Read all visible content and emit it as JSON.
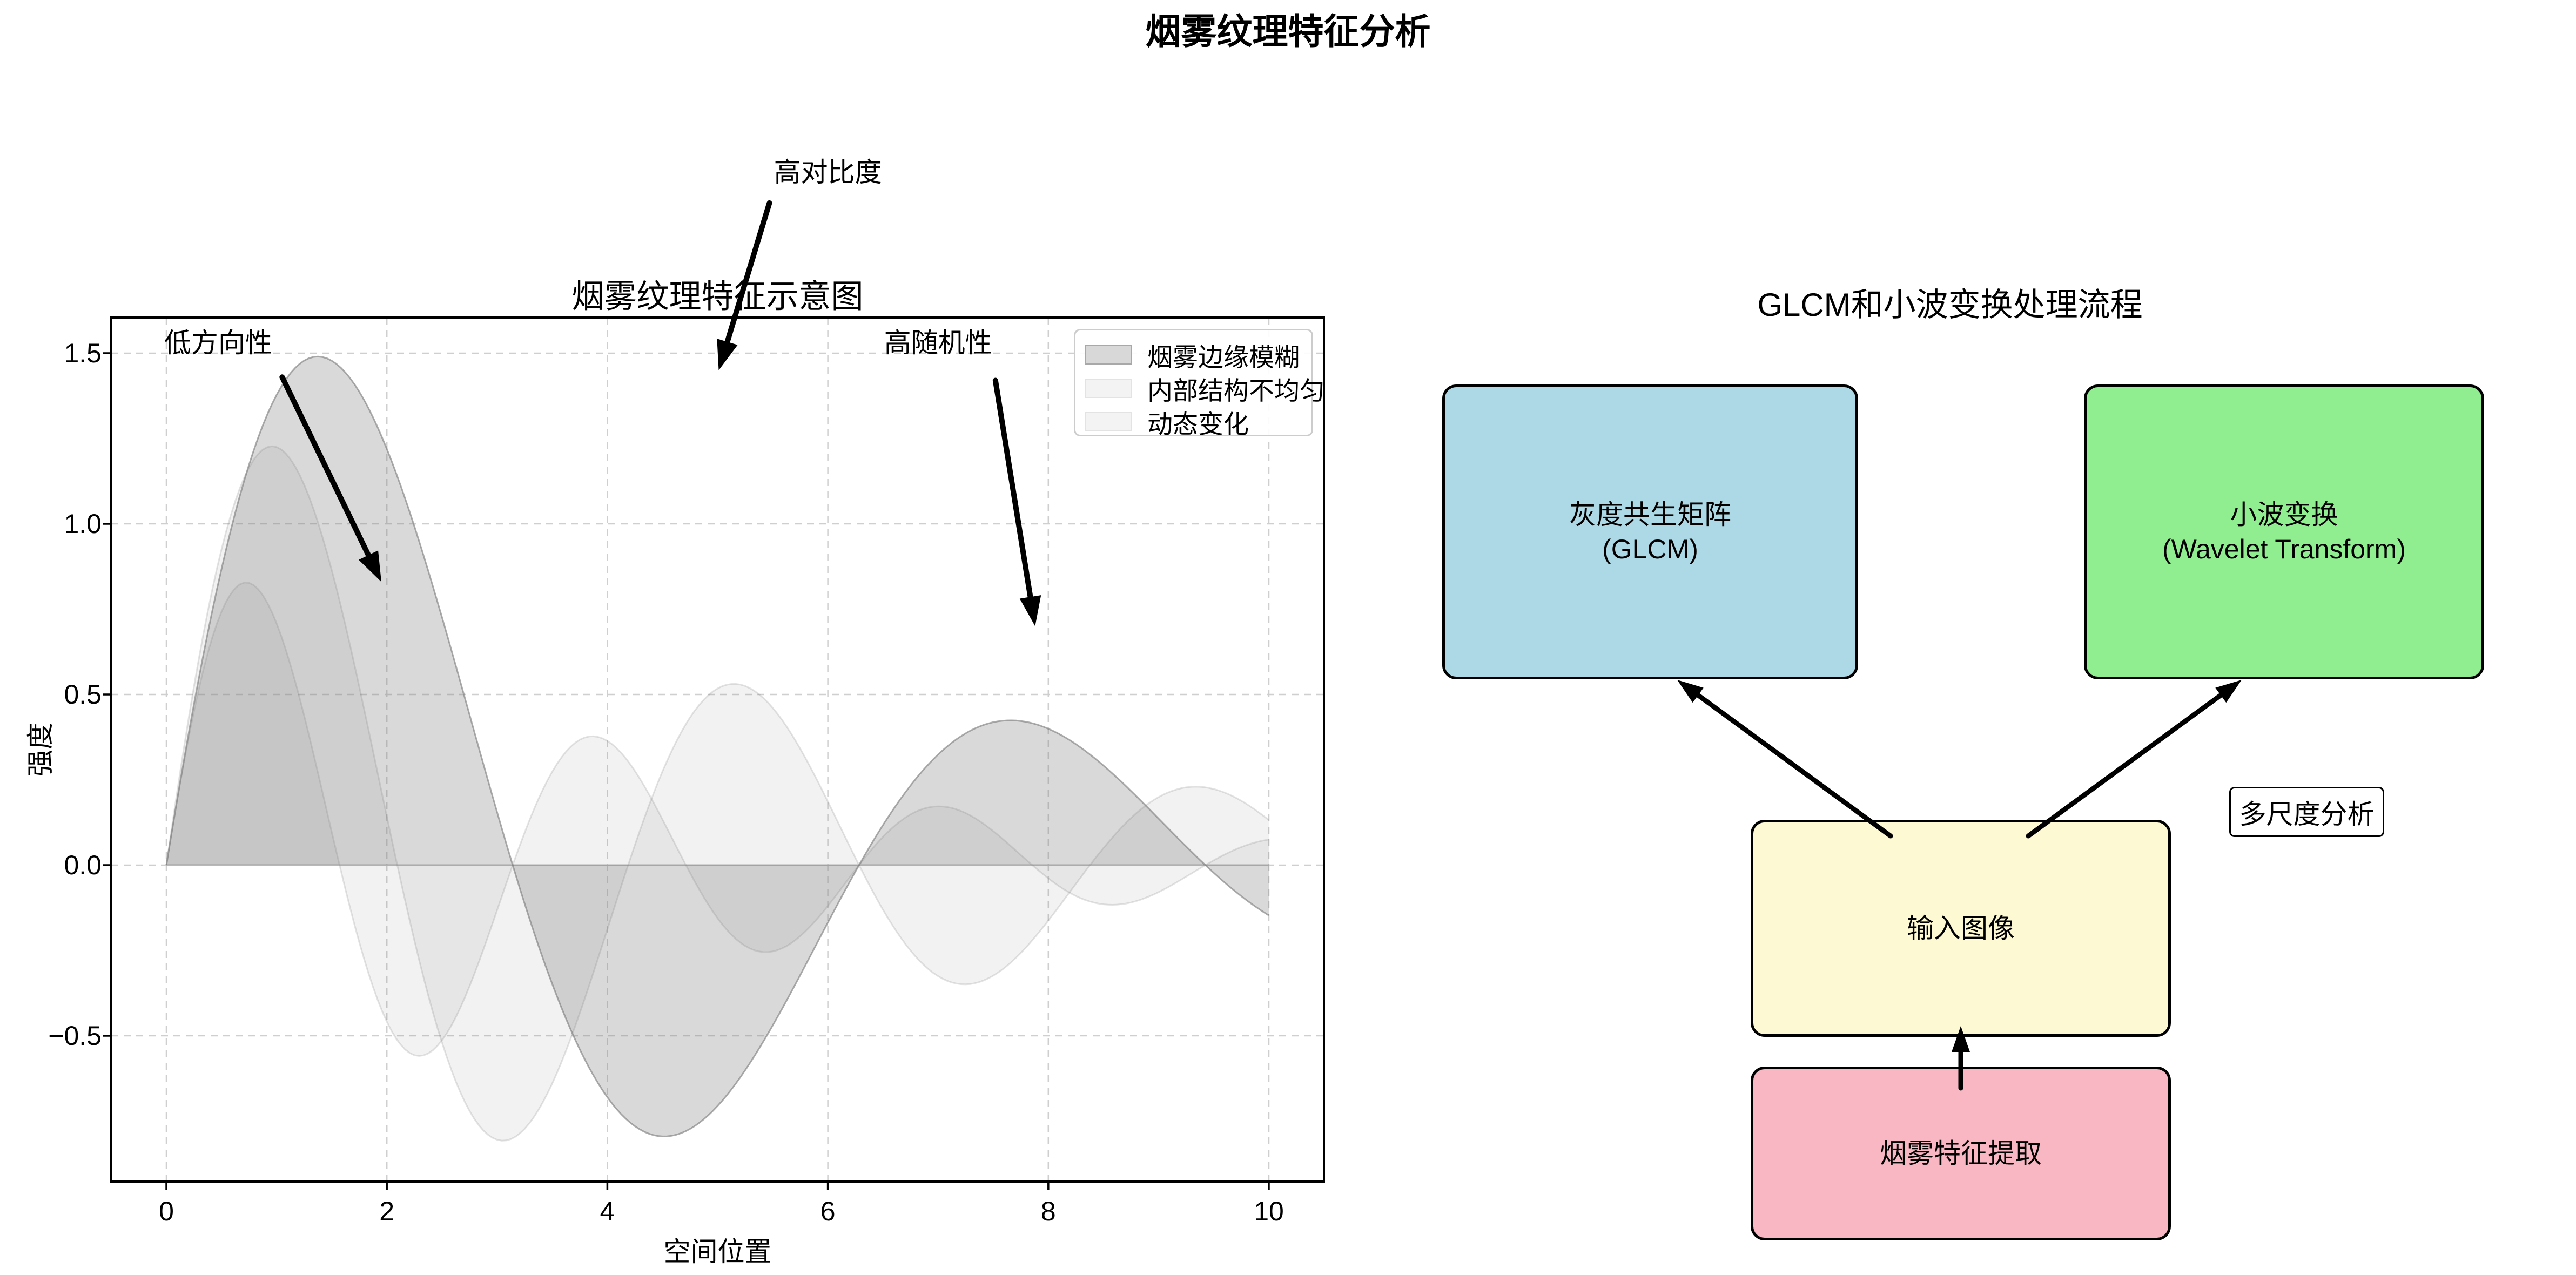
{
  "figure": {
    "title": "烟雾纹理特征分析",
    "background": "#ffffff"
  },
  "chart_data": {
    "type": "area",
    "title": "烟雾纹理特征示意图",
    "xlabel": "空间位置",
    "ylabel": "强度",
    "xlim": [
      -0.5,
      10.5
    ],
    "ylim": [
      -0.93,
      1.6
    ],
    "x_ticks": [
      0,
      2,
      4,
      6,
      8,
      10
    ],
    "x_tick_labels": [
      "0",
      "2",
      "4",
      "6",
      "8",
      "10"
    ],
    "y_ticks": [
      1.5,
      1.0,
      0.5,
      0.0,
      -0.5
    ],
    "y_tick_labels": [
      "1.5",
      "1.0",
      "0.5",
      "0.0",
      "−0.5"
    ],
    "grid": {
      "on": true,
      "style": "dashed",
      "color": "#cfcfcf"
    },
    "baseline_y": 0,
    "baseline_color": "#b8b8b8",
    "legend_position": "upper right",
    "series": [
      {
        "name": "烟雾边缘模糊",
        "formula": "y = 2.0·exp(-x/5)·sin(1.0·x)",
        "amplitude": 2.0,
        "decay_tau": 5.0,
        "omega": 1.0,
        "phase": 0,
        "fill_color": "#808080",
        "fill_alpha": 0.3,
        "edge_alpha": 0.65,
        "swatch_fill": "#d8d8d8",
        "swatch_border": "#a8a8a8",
        "x_samples": [
          0,
          0.5,
          1,
          1.5,
          2,
          2.5,
          3,
          3.5,
          4,
          4.5,
          5,
          5.5,
          6,
          6.5,
          7,
          7.5,
          8,
          8.5,
          9,
          9.5,
          10
        ],
        "y_samples": [
          0,
          0.868,
          1.378,
          1.478,
          1.219,
          0.726,
          0.155,
          -0.348,
          -0.68,
          -0.795,
          -0.706,
          -0.47,
          -0.168,
          0.117,
          0.324,
          0.419,
          0.4,
          0.292,
          0.136,
          -0.023,
          -0.147
        ]
      },
      {
        "name": "内部结构不均匀",
        "formula": "y = 1.5·exp(-x/5)·sin(1.5·x)",
        "amplitude": 1.5,
        "decay_tau": 5.0,
        "omega": 1.5,
        "phase": 0,
        "fill_color": "#808080",
        "fill_alpha": 0.1,
        "edge_alpha": 0.22,
        "swatch_fill": "#f3f3f3",
        "swatch_border": "#e3e3e3",
        "x_samples": [
          0,
          0.5,
          1,
          1.5,
          2,
          2.5,
          3,
          3.5,
          4,
          4.5,
          5,
          5.5,
          6,
          6.5,
          7,
          7.5,
          8,
          8.5,
          9,
          9.5,
          10
        ],
        "y_samples": [
          0,
          0.925,
          1.225,
          0.865,
          0.142,
          -0.52,
          -0.805,
          -0.64,
          -0.188,
          0.275,
          0.518,
          0.451,
          0.186,
          -0.104,
          -0.325,
          -0.326,
          -0.163,
          0.046,
          0.199,
          0.222,
          0.132
        ]
      },
      {
        "name": "动态变化",
        "formula": "y = 1.0·exp(-x/4)·sin(2.0·x)",
        "amplitude": 1.0,
        "decay_tau": 4.0,
        "omega": 2.0,
        "phase": 0,
        "fill_color": "#808080",
        "fill_alpha": 0.1,
        "edge_alpha": 0.22,
        "swatch_fill": "#f3f3f3",
        "swatch_border": "#e3e3e3",
        "x_samples": [
          0,
          0.5,
          1,
          1.5,
          2,
          2.5,
          3,
          3.5,
          4,
          4.5,
          5,
          5.5,
          6,
          6.5,
          7,
          7.5,
          8,
          8.5,
          9,
          9.5,
          10
        ],
        "y_samples": [
          0,
          0.743,
          0.708,
          0.097,
          -0.459,
          -0.513,
          -0.132,
          0.274,
          0.364,
          0.134,
          -0.156,
          -0.253,
          -0.12,
          0.083,
          0.172,
          0.1,
          -0.039,
          -0.115,
          -0.079,
          0.014,
          0.075
        ]
      }
    ],
    "annotations": [
      {
        "text": "低方向性",
        "text_xy": [
          0.47,
          1.53
        ],
        "arrow_from": [
          1.05,
          1.43
        ],
        "arrow_to": [
          1.95,
          0.83
        ]
      },
      {
        "text": "高对比度",
        "text_xy": [
          6.0,
          2.03
        ],
        "arrow_from": [
          5.47,
          1.94
        ],
        "arrow_to": [
          5.01,
          1.45
        ]
      },
      {
        "text": "高随机性",
        "text_xy": [
          7.0,
          1.53
        ],
        "arrow_from": [
          7.52,
          1.42
        ],
        "arrow_to": [
          7.88,
          0.7
        ]
      }
    ]
  },
  "diagram": {
    "title": "GLCM和小波变换处理流程",
    "nodes": [
      {
        "id": "glcm",
        "lines": [
          "灰度共生矩阵",
          "(GLCM)"
        ],
        "fill": "#ADD8E6"
      },
      {
        "id": "wavelet",
        "lines": [
          "小波变换",
          "(Wavelet Transform)"
        ],
        "fill": "#90EE90"
      },
      {
        "id": "input",
        "lines": [
          "输入图像"
        ],
        "fill": "#FDFAD3"
      },
      {
        "id": "feature",
        "lines": [
          "烟雾特征提取"
        ],
        "fill": "#F9B7C4"
      }
    ],
    "tag": {
      "text": "多尺度分析"
    },
    "arrows": [
      {
        "from": "input",
        "to": "glcm"
      },
      {
        "from": "input",
        "to": "wavelet"
      },
      {
        "from": "feature",
        "to": "input"
      }
    ]
  }
}
